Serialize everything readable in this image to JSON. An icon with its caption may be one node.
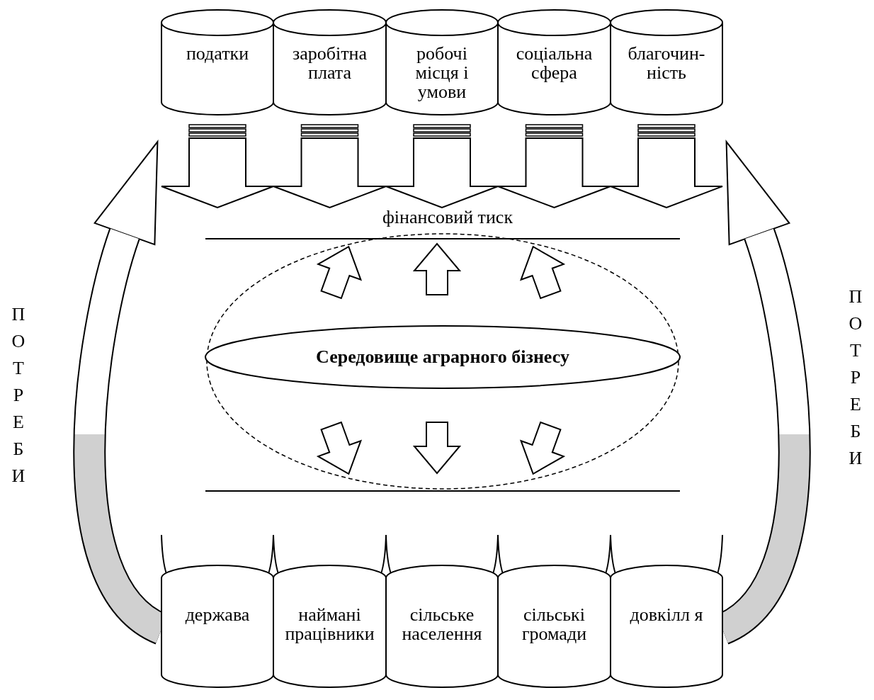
{
  "diagram": {
    "nodes": [
      {
        "text": [
          "податки"
        ]
      },
      {
        "text": [
          "заробітна плата"
        ]
      },
      {
        "text": [
          "робочі місця і умови"
        ]
      },
      {
        "text": [
          "соціальна сфера"
        ]
      },
      {
        "text": [
          "благочин- ність"
        ]
      },
      {
        "text": [
          "держава"
        ]
      },
      {
        "text": [
          "наймані працівники"
        ]
      },
      {
        "text": [
          "сільське населення"
        ]
      },
      {
        "text": [
          "сільські громади"
        ]
      },
      {
        "text": [
          "довкілл я"
        ]
      },
      {
        "text": [
          "Середовище аграрного бізнесу"
        ]
      }
    ],
    "edges": [
      {
        "from": 5,
        "to": 0,
        "arrow": "to"
      },
      {
        "from": 9,
        "to": 4,
        "arrow": "to"
      }
    ],
    "labels": [
      "фінансовий тиск",
      "ПОТРЕБИ",
      "ПОТРЕБИ"
    ]
  }
}
